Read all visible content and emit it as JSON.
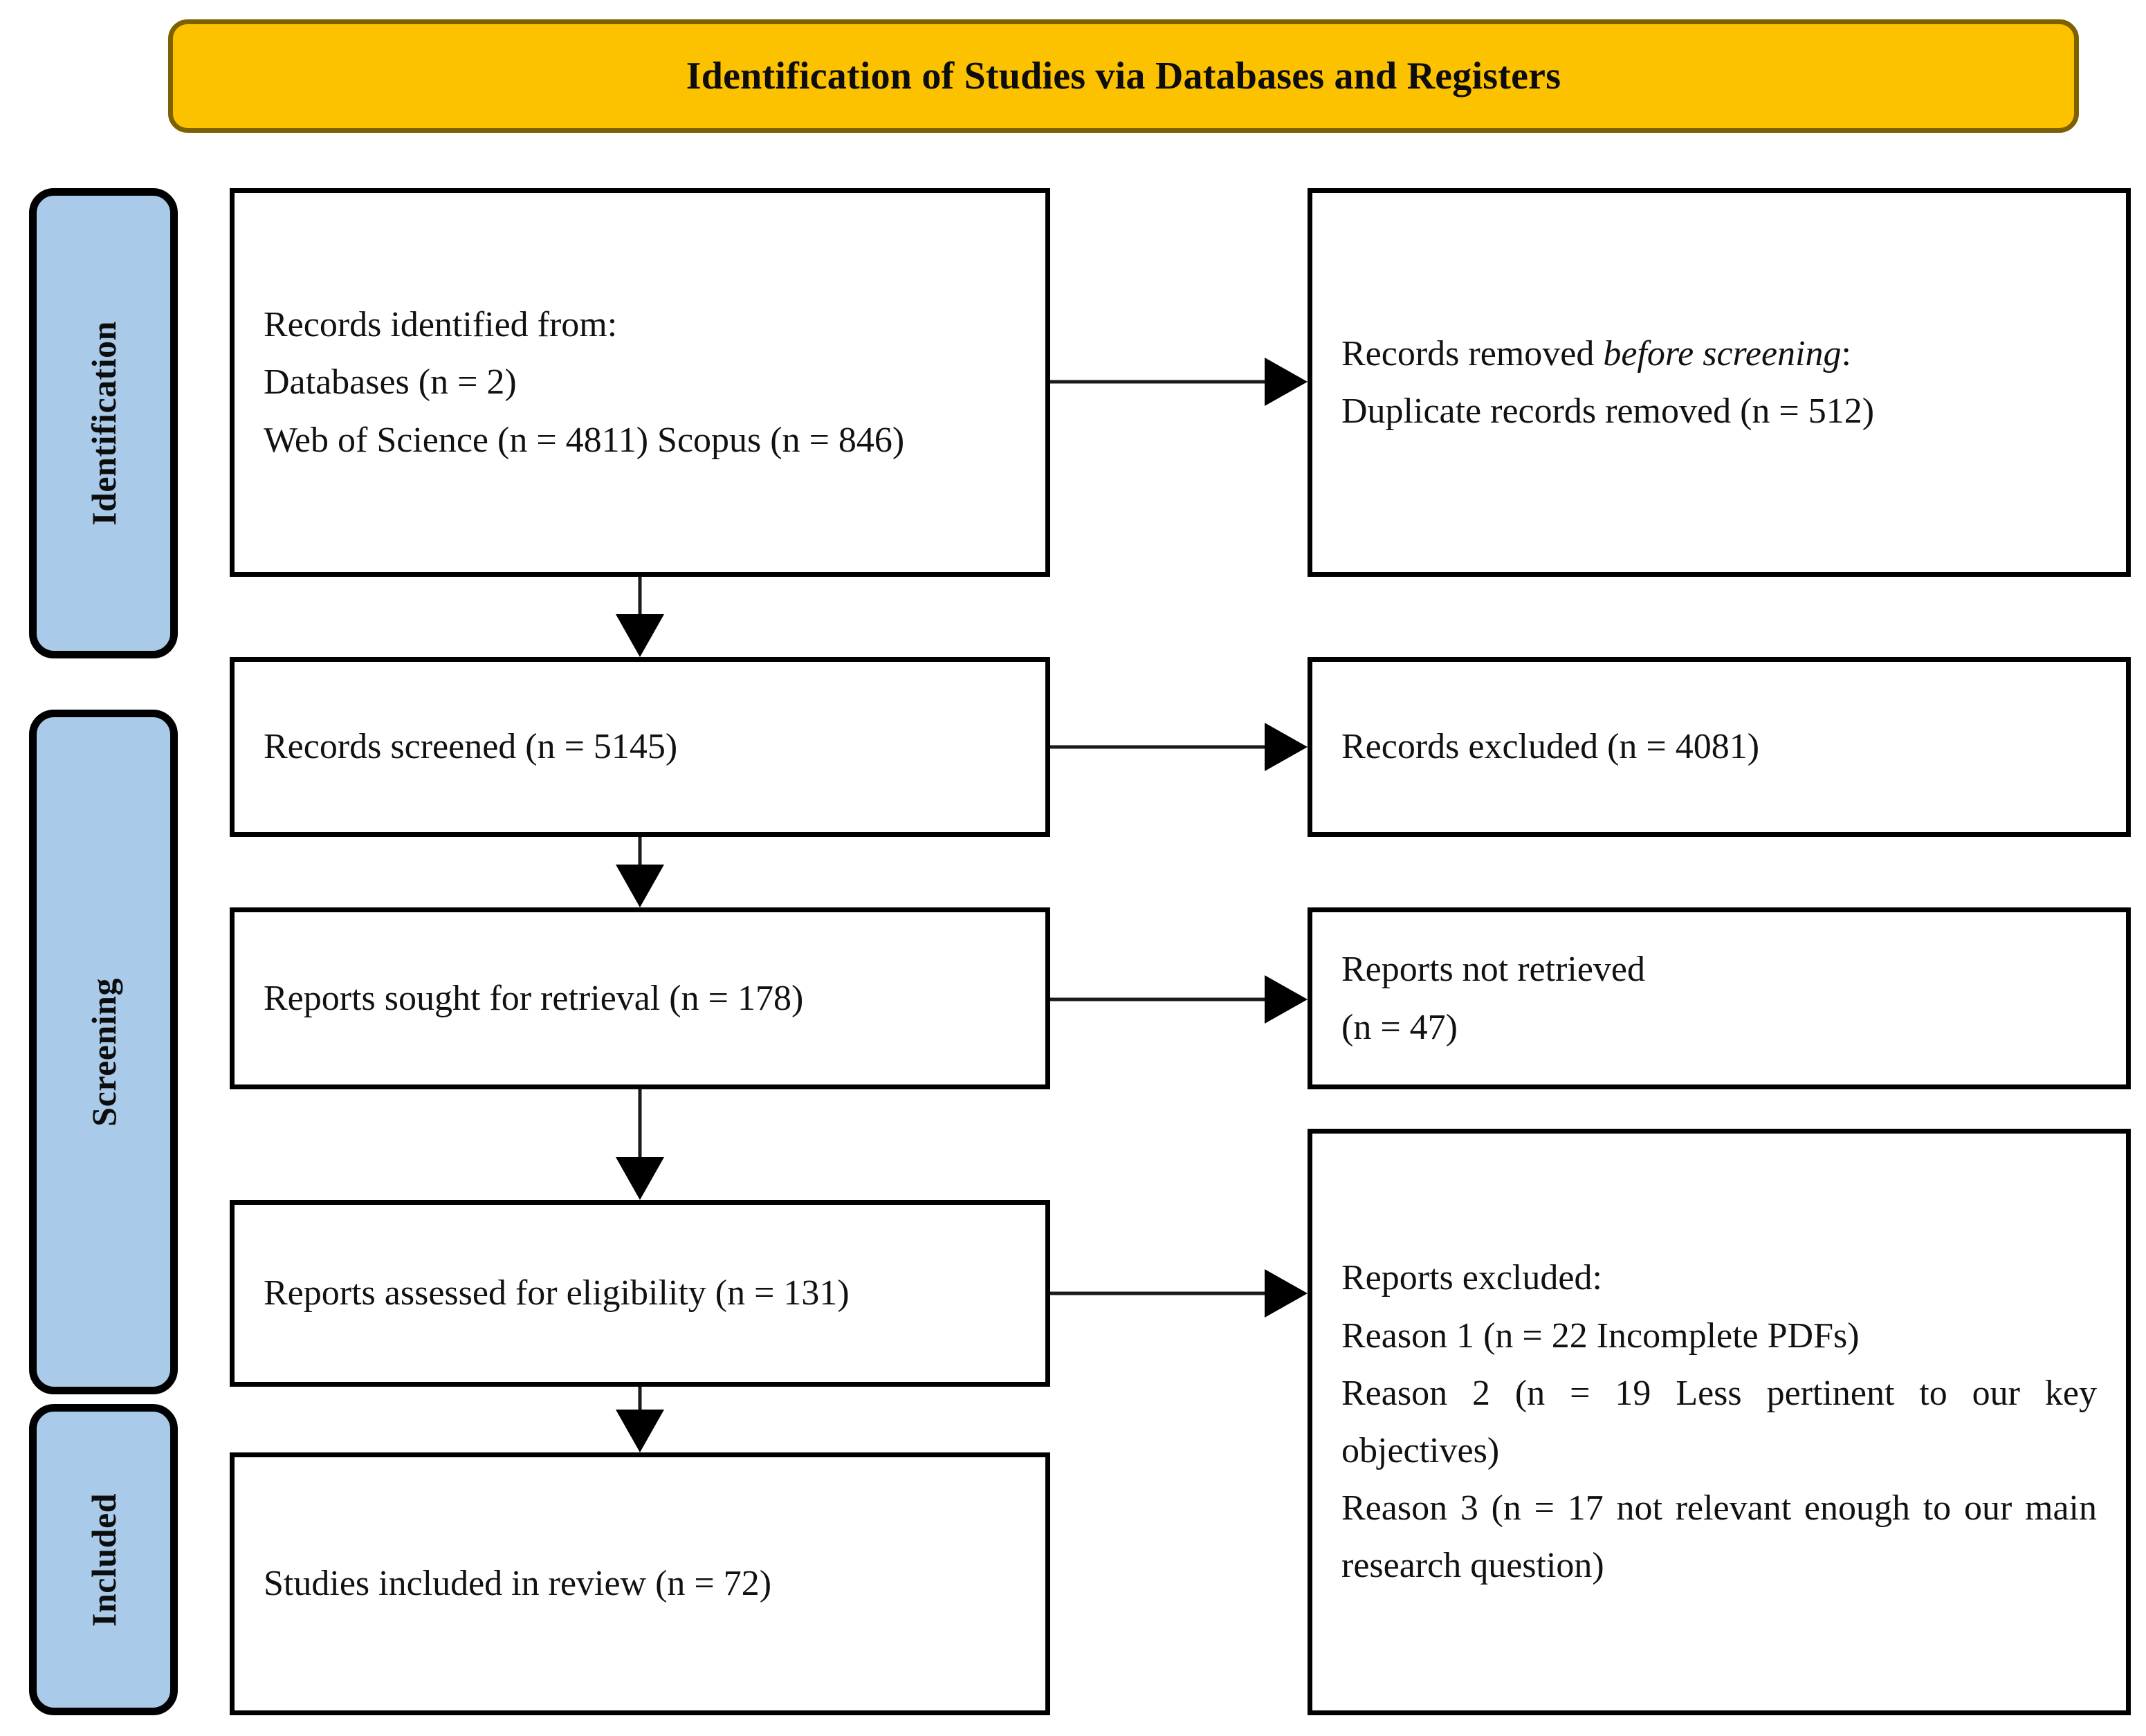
{
  "header": {
    "title": "Identification of Studies via Databases and Registers"
  },
  "stages": [
    {
      "key": "identification",
      "label": "Identification"
    },
    {
      "key": "screening",
      "label": "Screening"
    },
    {
      "key": "included",
      "label": "Included"
    }
  ],
  "boxes": {
    "identified": {
      "lines": [
        "Records identified from:",
        "Databases (n = 2)",
        "Web of Science (n = 4811) Scopus (n = 846)"
      ]
    },
    "removed": {
      "lead": "Records removed ",
      "emphasis": "before screening",
      "lead_end": ":",
      "line2": "Duplicate records removed (n = 512)"
    },
    "screened": {
      "text": "Records screened (n = 5145)"
    },
    "records_excluded": {
      "text": "Records excluded (n = 4081)"
    },
    "sought": {
      "text": "Reports sought for retrieval (n = 178)"
    },
    "not_retrieved": {
      "line1": "Reports not retrieved",
      "line2": "(n = 47)"
    },
    "assessed": {
      "text": "Reports assessed for eligibility  (n = 131)"
    },
    "reports_excluded": {
      "heading": "Reports excluded:",
      "reasons": [
        "Reason 1 (n = 22 Incomplete PDFs)",
        "Reason 2 (n = 19 Less pertinent to our key objectives)",
        "Reason 3 (n = 17 not relevant enough to our main research question)"
      ]
    },
    "included": {
      "text": "Studies included in review (n = 72)"
    }
  },
  "colors": {
    "banner_fill": "#fcc200",
    "banner_border": "#7d6000",
    "stage_fill": "#a9cbe9",
    "box_border": "#000000",
    "text": "#111111"
  },
  "flow_counts": {
    "databases": 2,
    "web_of_science": 4811,
    "scopus": 846,
    "duplicates_removed": 512,
    "records_screened": 5145,
    "records_excluded": 4081,
    "reports_sought": 178,
    "reports_not_retrieved": 47,
    "reports_assessed": 131,
    "reason_1": 22,
    "reason_2": 19,
    "reason_3": 17,
    "studies_included": 72
  }
}
